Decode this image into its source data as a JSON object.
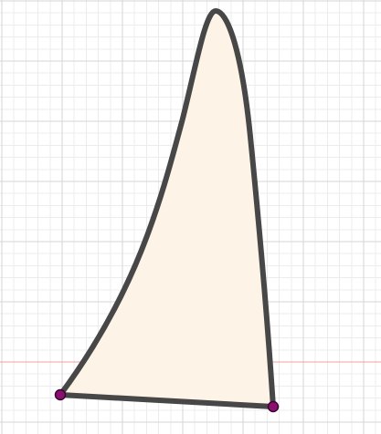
{
  "canvas": {
    "background": "#ffffff",
    "minor_grid_color": "#ececec",
    "major_grid_color": "#d6d6d6",
    "axis_color": "#f2a0a0"
  },
  "sketch": {
    "profile_fill": "#fdf3e6",
    "line_color": "#474747",
    "point_color": "#8a0f6e",
    "point_outline": "#3a0530",
    "elements": [
      "spline-curve",
      "straight-line",
      "bottom-line",
      "endpoint-left",
      "endpoint-right"
    ]
  }
}
